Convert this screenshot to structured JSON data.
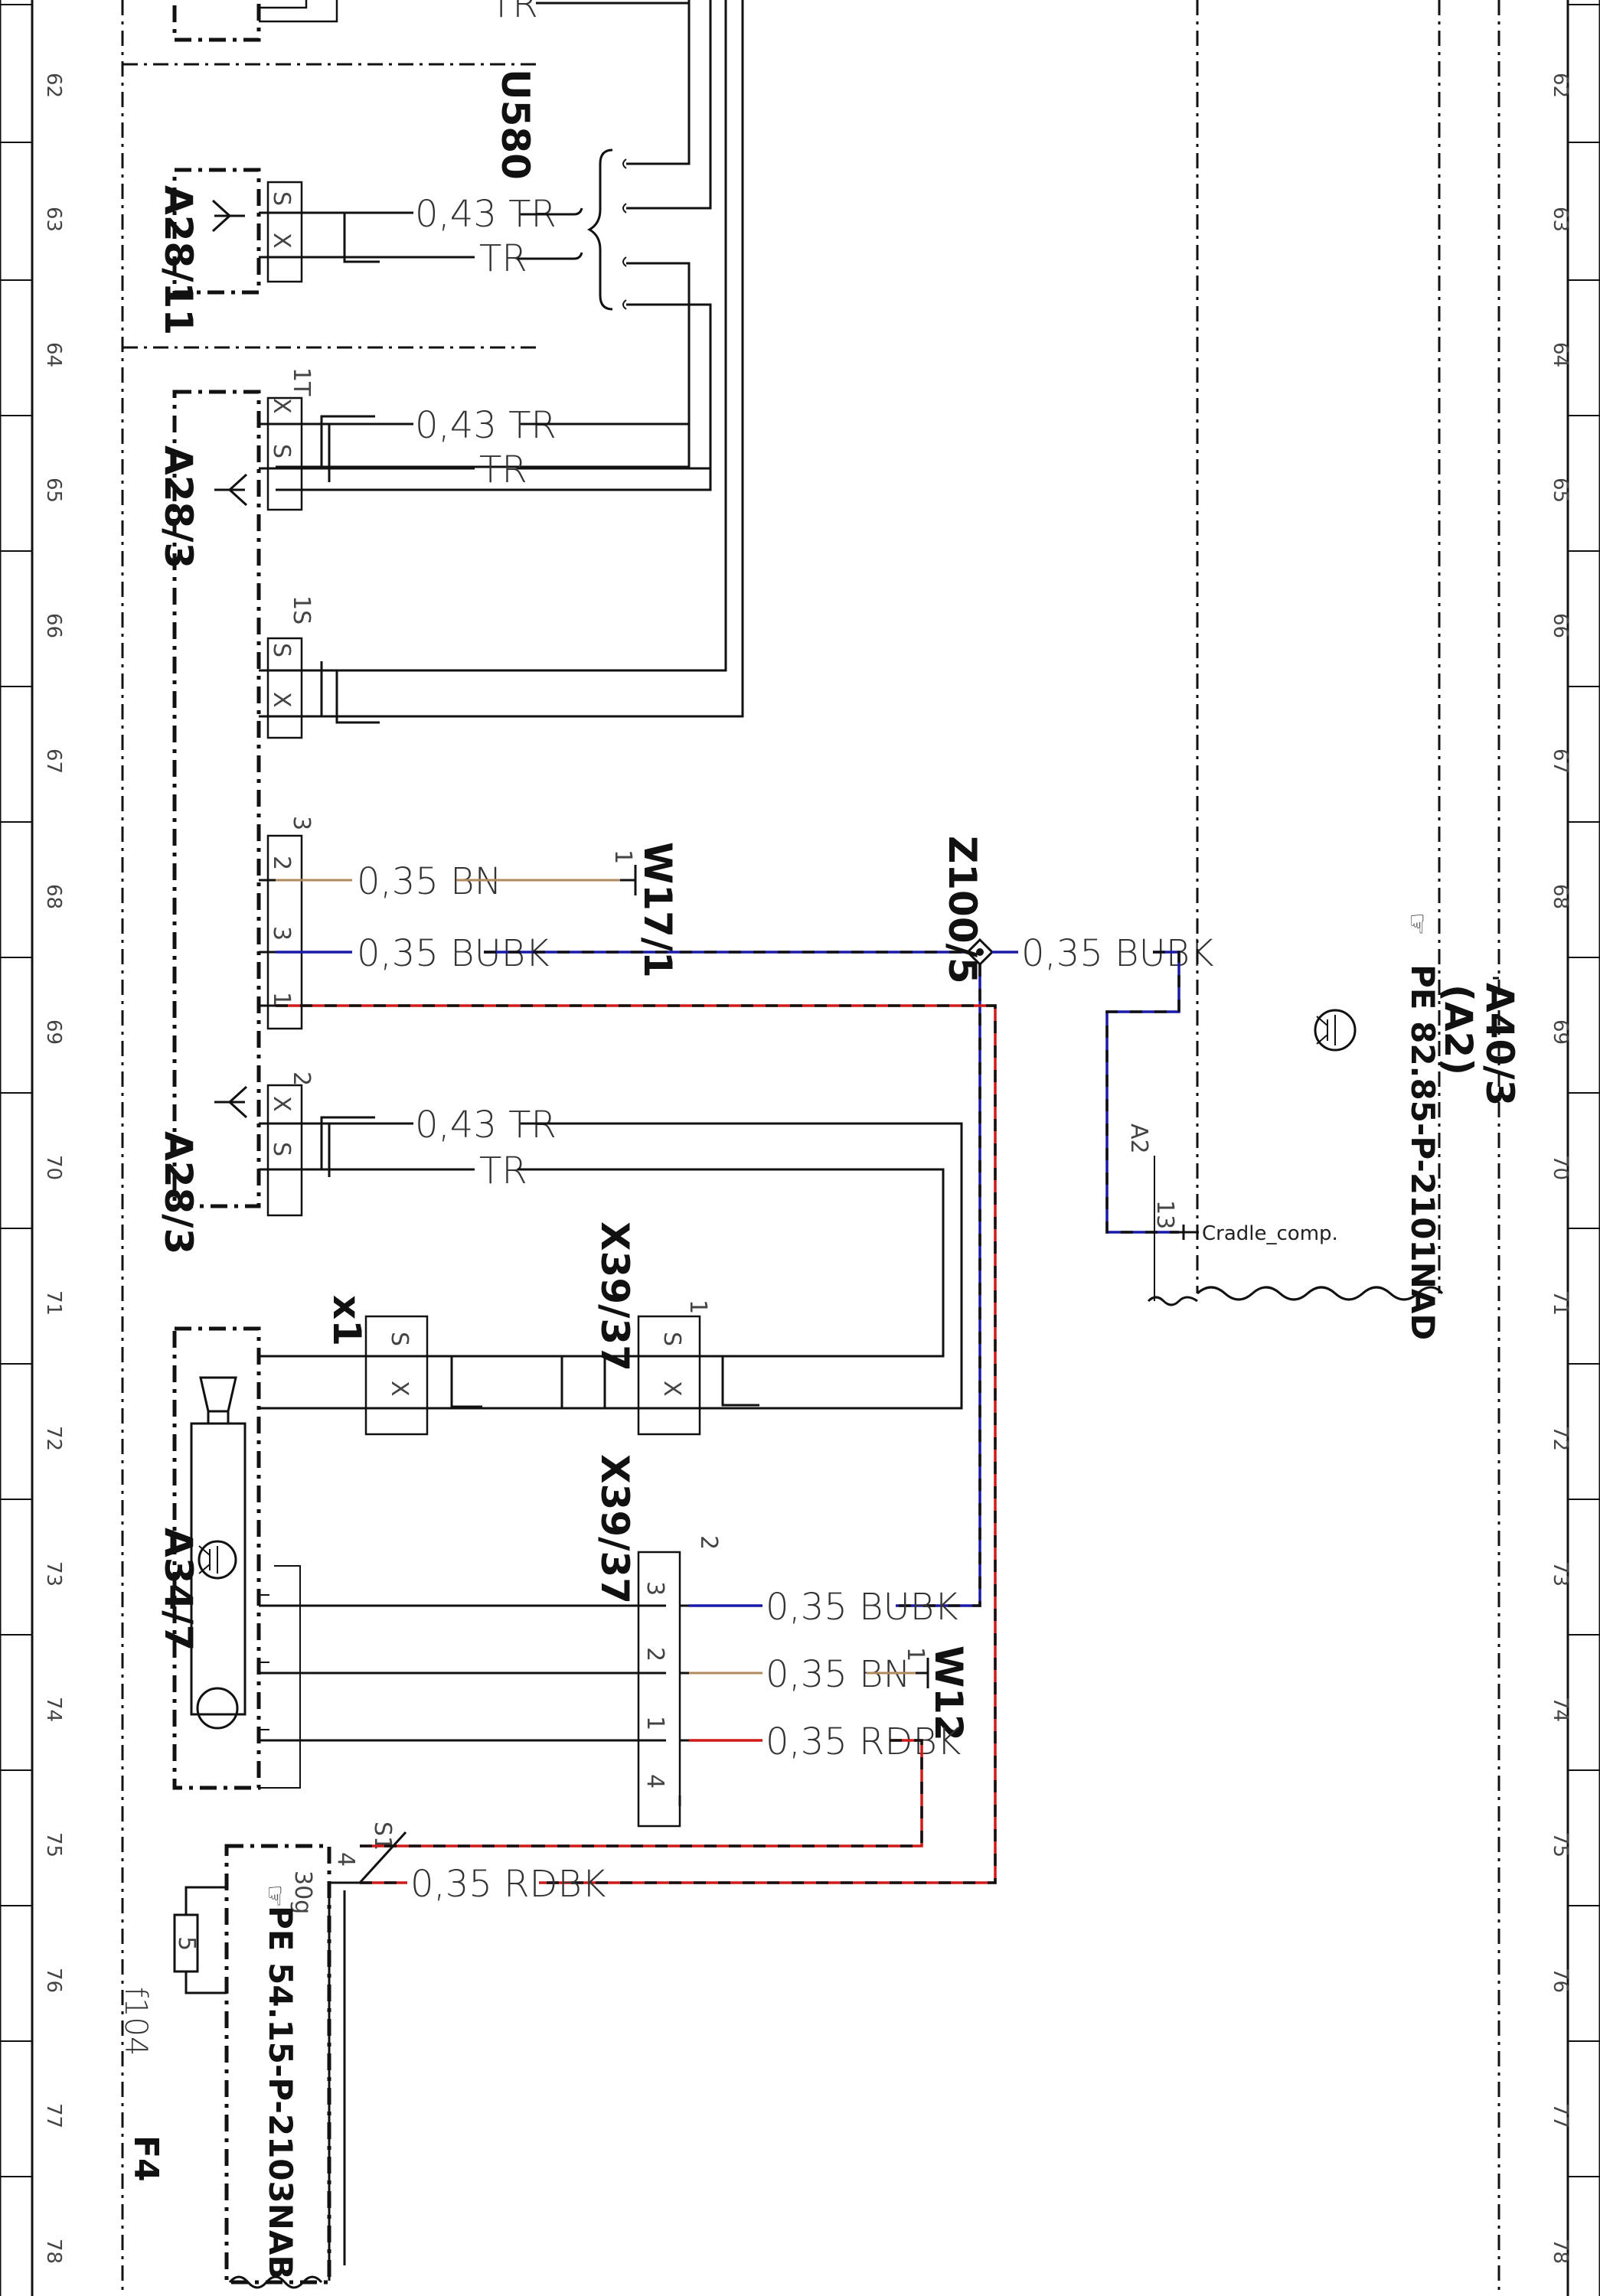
{
  "grid_numbers": [
    "62",
    "63",
    "64",
    "65",
    "66",
    "67",
    "68",
    "69",
    "70",
    "71",
    "72",
    "73",
    "74",
    "75",
    "76",
    "77",
    "78"
  ],
  "components": {
    "a28_11": "A28/11",
    "a28_3_top": "A28/3",
    "a28_3_bottom": "A28/3",
    "a34_7": "A34/7",
    "u580": "U580",
    "w17_1": "W17/1",
    "w12": "W12",
    "z100_5": "Z100/5",
    "x1": "x1",
    "x39_37_top": "X39/37",
    "x39_37_bottom": "X39/37",
    "a40_3": "A40/3",
    "a40_3_sub": "(A2)",
    "f4": "F4",
    "f104": "f104"
  },
  "references": {
    "pe_82": "PE 82.85-P-2101NAD",
    "pe_54": "PE 54.15-P-2103NAB",
    "cradle": "Cradle_comp."
  },
  "wires": {
    "tr_043": "0,43 TR",
    "tr": "TR",
    "bn_035": "0,35 BN",
    "bubk_035": "0,35 BUBK",
    "rdbk_035": "0,35 RDBK"
  },
  "pins": {
    "s": "S",
    "x": "X",
    "p1": "1",
    "p2": "2",
    "p3": "3",
    "p4": "4",
    "p5": "5",
    "p13": "13",
    "t1": "1T",
    "s1": "1S",
    "s1b": "S1",
    "a2": "A2",
    "p30g": "30g"
  },
  "wire_colors": {
    "BN": "#b38a5e",
    "BU": "#1a1aa8",
    "RD": "#d01919",
    "BK": "#111111"
  }
}
